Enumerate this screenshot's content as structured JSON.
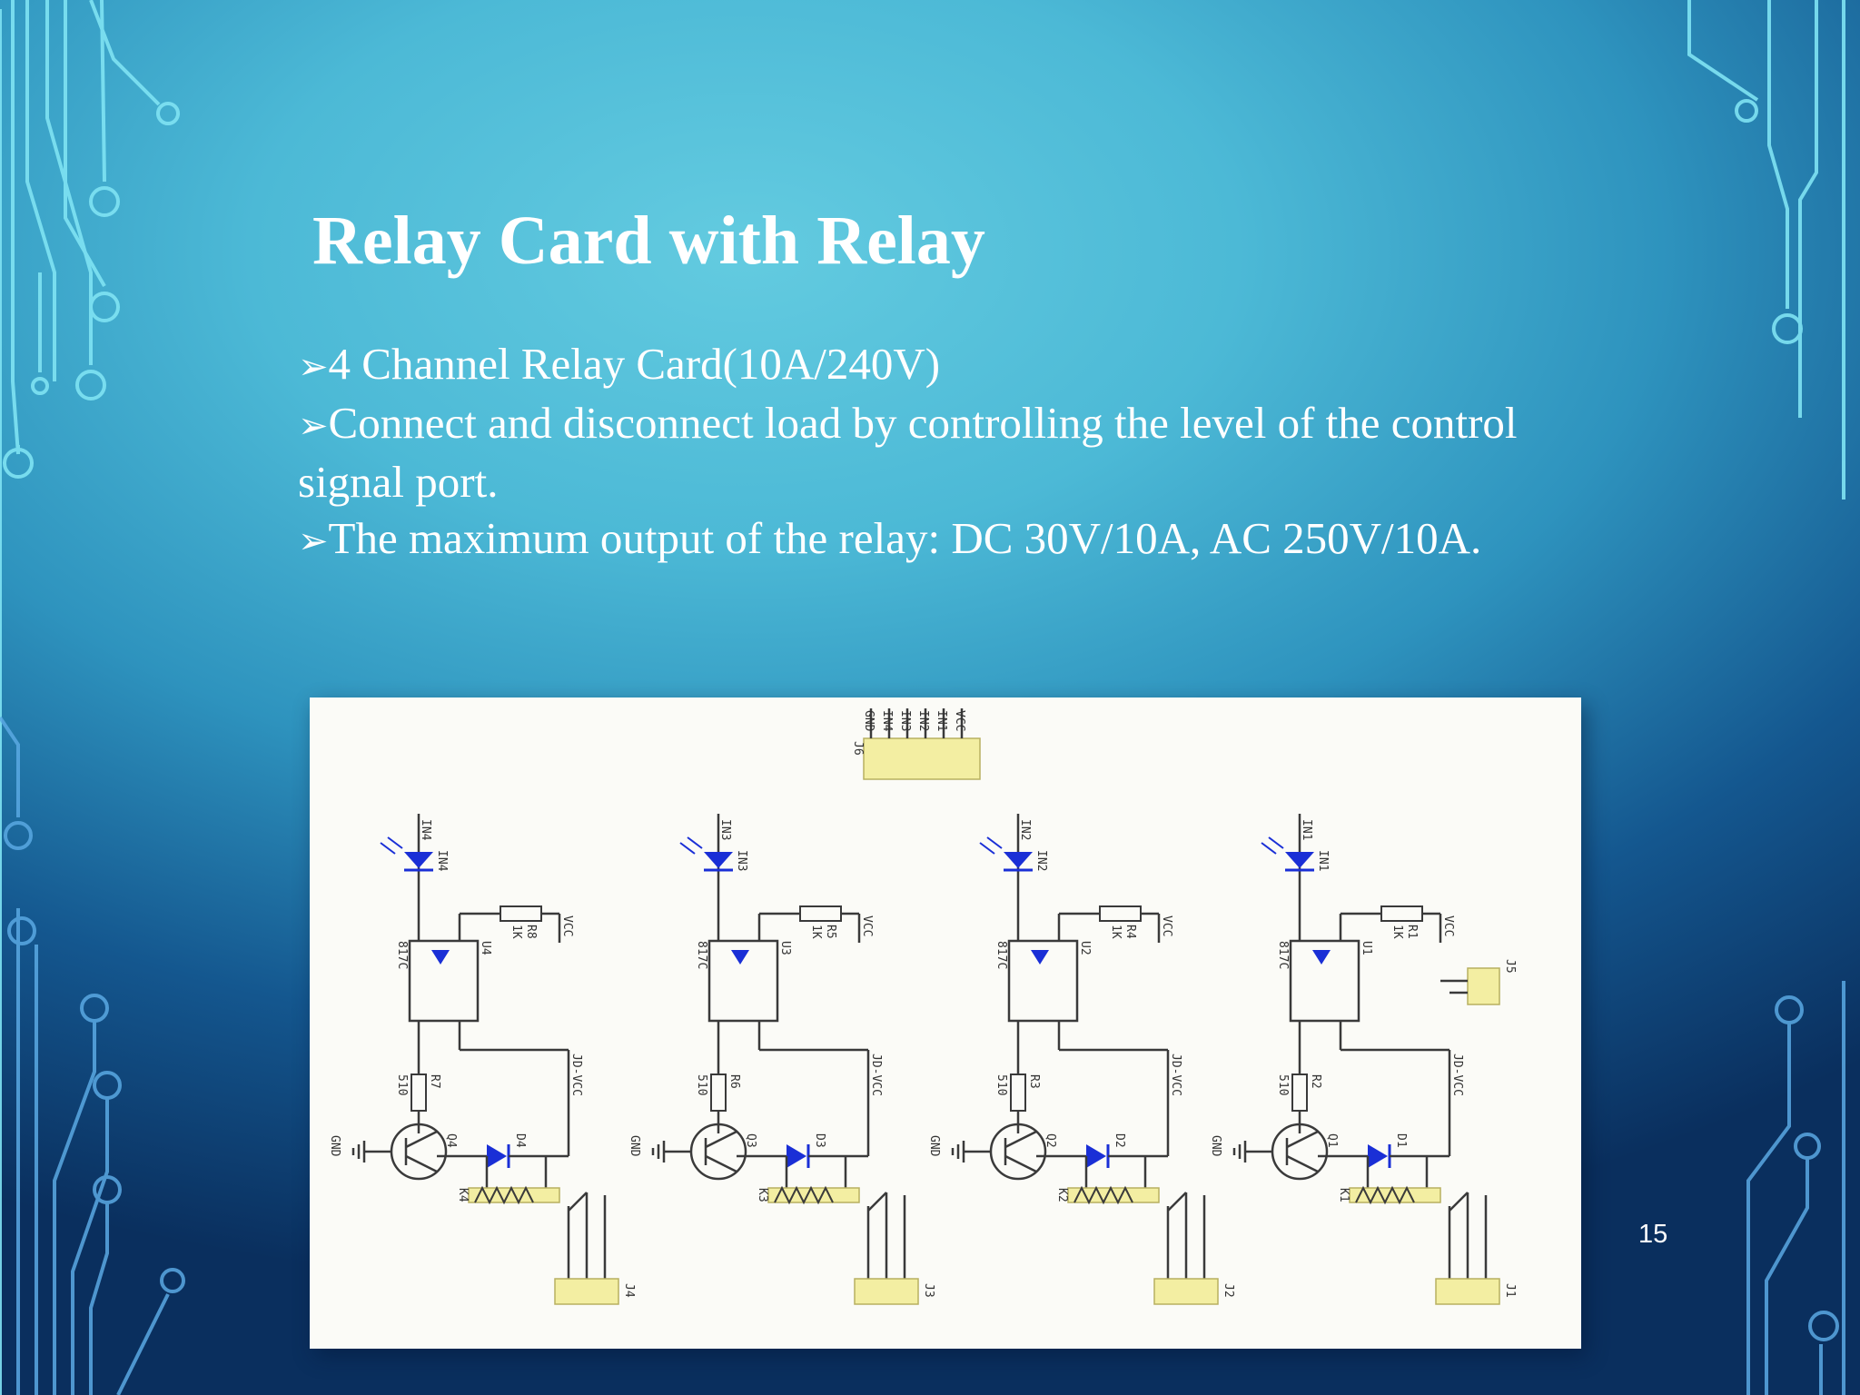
{
  "slide": {
    "title": "Relay Card with Relay",
    "bullets": [
      "4 Channel Relay Card(10A/240V)",
      "Connect and disconnect load by controlling the level of the control signal port.",
      "The maximum output of the relay: DC 30V/10A, AC 250V/10A."
    ],
    "bullet_icon": "arrow-bullet-icon",
    "page_number": "15"
  },
  "schematic": {
    "header_connector": "J6",
    "header_pins": [
      "GND",
      "IN4",
      "IN3",
      "IN2",
      "IN1",
      "VCC"
    ],
    "power_connector": "J5",
    "channels": [
      {
        "input": "IN4",
        "led": "IN4",
        "opto": "U4",
        "opto_part": "817C",
        "r_led": "R8",
        "r_led_val": "1K",
        "r_base": "R7",
        "r_base_val": "510",
        "transistor": "Q4",
        "diode": "D4",
        "relay": "K4",
        "output": "J4"
      },
      {
        "input": "IN3",
        "led": "IN3",
        "opto": "U3",
        "opto_part": "817C",
        "r_led": "R5",
        "r_led_val": "1K",
        "r_base": "R6",
        "r_base_val": "510",
        "transistor": "Q3",
        "diode": "D3",
        "relay": "K3",
        "output": "J3"
      },
      {
        "input": "IN2",
        "led": "IN2",
        "opto": "U2",
        "opto_part": "817C",
        "r_led": "R4",
        "r_led_val": "1K",
        "r_base": "R3",
        "r_base_val": "510",
        "transistor": "Q2",
        "diode": "D2",
        "relay": "K2",
        "output": "J2"
      },
      {
        "input": "IN1",
        "led": "IN1",
        "opto": "U1",
        "opto_part": "817C",
        "r_led": "R1",
        "r_led_val": "1K",
        "r_base": "R2",
        "r_base_val": "510",
        "transistor": "Q1",
        "diode": "D1",
        "relay": "K1",
        "output": "J1"
      }
    ],
    "labels": {
      "vcc": "VCC",
      "jd_vcc": "JD-VCC",
      "gnd": "GND"
    },
    "colors": {
      "wire": "#3a3a3a",
      "component": "#1a2fd6",
      "connector": "#f3eea2"
    }
  }
}
